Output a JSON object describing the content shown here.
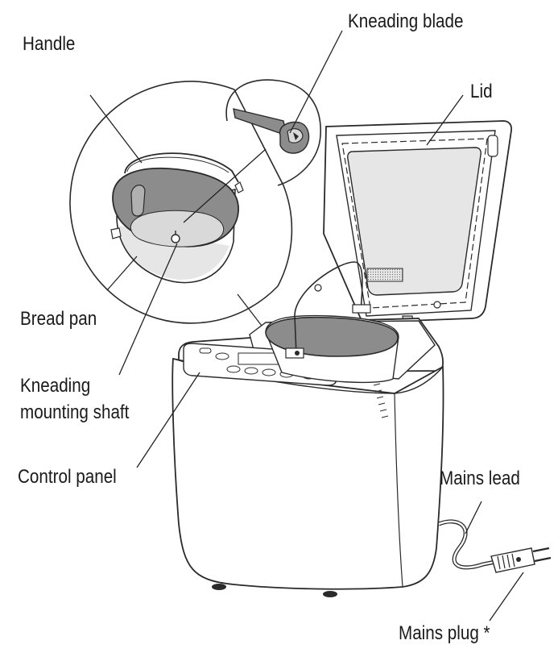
{
  "labels": {
    "handle": "Handle",
    "kneading_blade": "Kneading blade",
    "lid": "Lid",
    "bread_pan": "Bread pan",
    "kneading_shaft_line1": "Kneading",
    "kneading_shaft_line2": "mounting shaft",
    "control_panel": "Control panel",
    "mains_lead": "Mains lead",
    "mains_plug": "Mains plug *"
  },
  "colors": {
    "outline": "#2a2a2a",
    "pan_grey": "#8c8c8c",
    "pan_light": "#d9d9d9",
    "body_white": "#ffffff",
    "window_grey": "#e6e6e6",
    "leader": "#222222"
  }
}
